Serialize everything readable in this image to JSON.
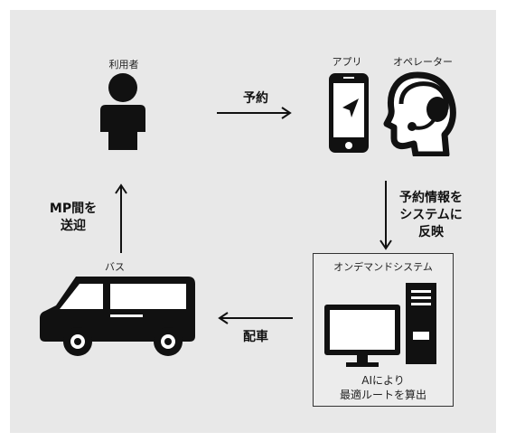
{
  "labels": {
    "user": "利用者",
    "app": "アプリ",
    "operator": "オペレーター",
    "bus": "バス",
    "system_title": "オンデマンドシステム",
    "ai_line1": "AIにより",
    "ai_line2": "最適ルートを算出"
  },
  "arrows": {
    "reserve": "予約",
    "reflect_line1": "予約情報を",
    "reflect_line2": "システムに",
    "reflect_line3": "反映",
    "dispatch": "配車",
    "pickup_line1": "MP間を",
    "pickup_line2": "送迎"
  },
  "colors": {
    "panel_bg": "#e8e8e8",
    "icon": "#111111",
    "box_border": "#333333"
  },
  "icons": [
    "person-icon",
    "smartphone-navigation-icon",
    "operator-headset-icon",
    "bus-icon",
    "computer-system-icon"
  ]
}
